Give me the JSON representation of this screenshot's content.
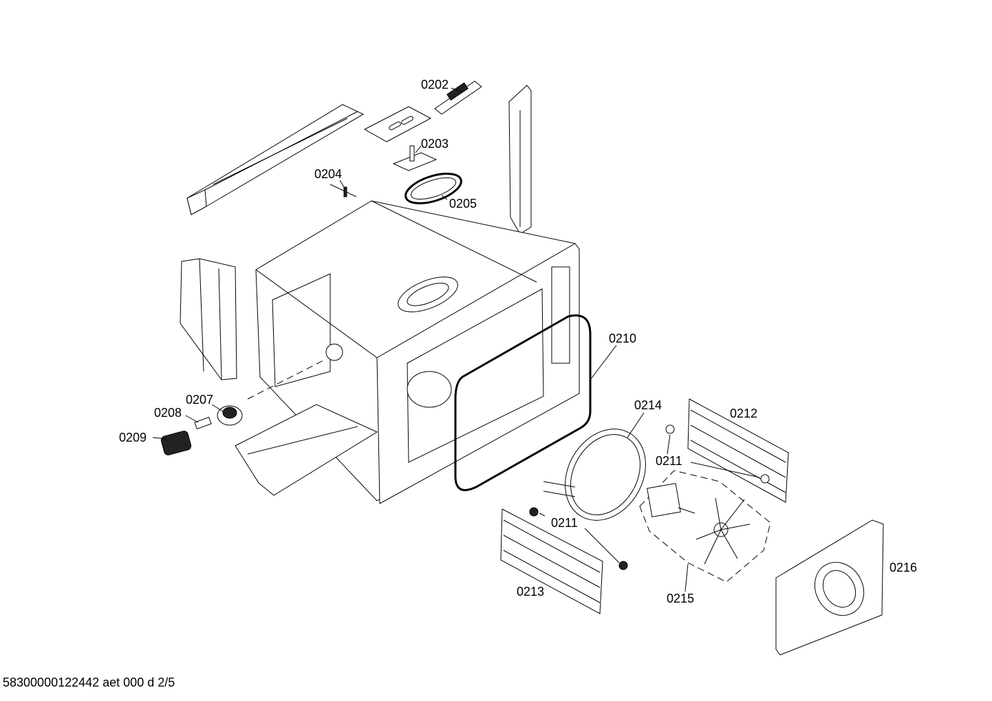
{
  "labels": {
    "p0202": "0202",
    "p0203": "0203",
    "p0204": "0204",
    "p0205": "0205",
    "p0207": "0207",
    "p0208": "0208",
    "p0209": "0209",
    "p0210": "0210",
    "p0211a": "0211",
    "p0211b": "0211",
    "p0212": "0212",
    "p0213": "0213",
    "p0214": "0214",
    "p0215": "0215",
    "p0216": "0216"
  },
  "footer": "58300000122442 aet 000 d 2/5"
}
